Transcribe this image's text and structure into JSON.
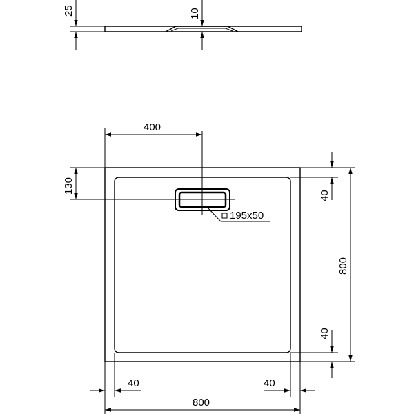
{
  "drawing": {
    "side_view": {
      "thickness_label": "25",
      "drain_depth_label": "10"
    },
    "plan_view": {
      "half_width_label": "400",
      "drain_offset_label": "130",
      "drain_size_label": "195x50",
      "rim_top_label": "40",
      "rim_bottom_label": "40",
      "rim_left_label": "40",
      "rim_right_label": "40",
      "length_label": "800",
      "width_label": "800"
    }
  }
}
